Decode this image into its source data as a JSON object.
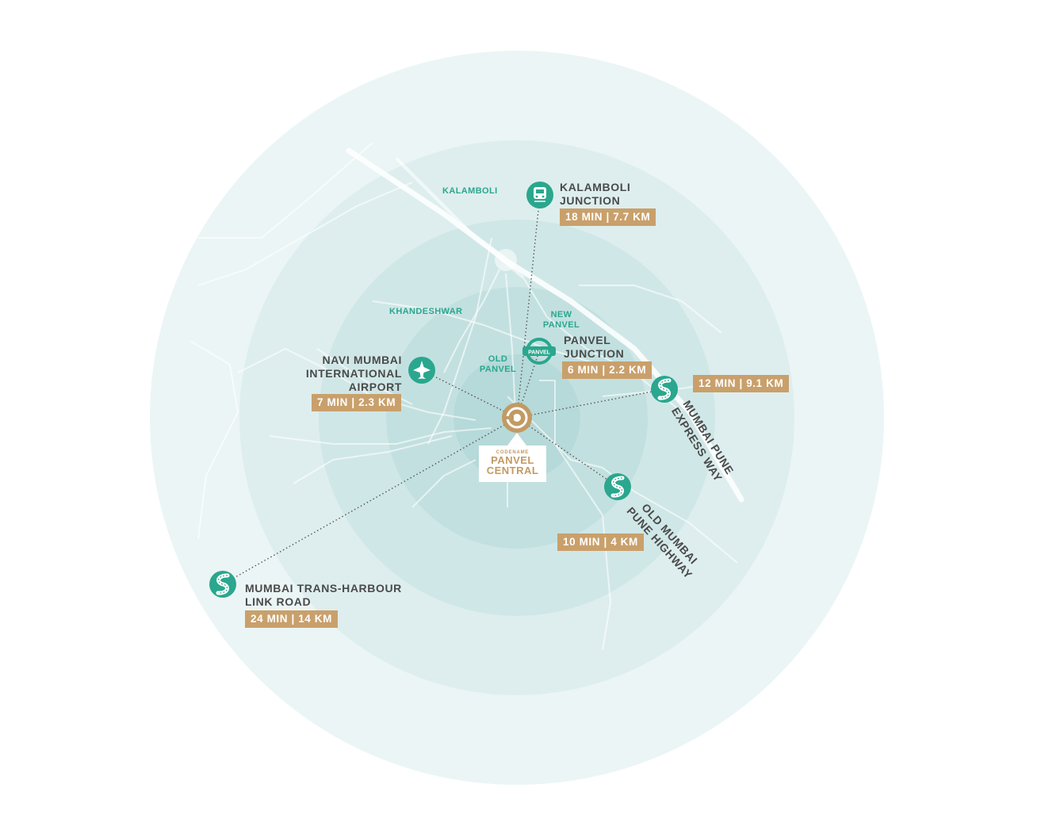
{
  "colors": {
    "ring_outer": "#ebf5f5",
    "ring_2": "#deeeee",
    "ring_3": "#d0e7e7",
    "ring_4": "#c3e0e0",
    "ring_inner": "#b6d9d9",
    "road": "#ffffff",
    "accent_green": "#2aa78e",
    "badge_tan": "#c9a06b",
    "label_dark": "#4a4a4a",
    "dotted_line": "#555555"
  },
  "project": {
    "codename_label": "CODENAME",
    "name_line1": "PANVEL",
    "name_line2": "CENTRAL",
    "icon": "target-logo-icon"
  },
  "areas": {
    "kalamboli": "KALAMBOLI",
    "khandeshwar": "KHANDESHWAR",
    "new_panvel_1": "NEW",
    "new_panvel_2": "PANVEL",
    "old_panvel_1": "OLD",
    "old_panvel_2": "PANVEL"
  },
  "destinations": {
    "kalamboli_junction": {
      "name_line1": "KALAMBOLI",
      "name_line2": "JUNCTION",
      "distance": "18 MIN | 7.7 KM",
      "icon": "train-icon"
    },
    "panvel_junction": {
      "name_line1": "PANVEL",
      "name_line2": "JUNCTION",
      "distance": "6 MIN | 2.2 KM",
      "icon": "station-roundel-icon",
      "roundel_text": "PANVEL"
    },
    "airport": {
      "name_line1": "NAVI MUMBAI",
      "name_line2": "INTERNATIONAL",
      "name_line3": "AIRPORT",
      "distance": "7 MIN | 2.3 KM",
      "icon": "airplane-icon"
    },
    "expressway": {
      "name_line1": "MUMBAI PUNE",
      "name_line2": "EXPRESS WAY",
      "distance": "12 MIN | 9.1 KM",
      "icon": "road-icon"
    },
    "old_highway": {
      "name_line1": "OLD MUMBAI",
      "name_line2": "PUNE HIGHWAY",
      "distance": "10 MIN | 4 KM",
      "icon": "road-icon"
    },
    "trans_harbour": {
      "name_line1": "MUMBAI TRANS-HARBOUR",
      "name_line2": "LINK ROAD",
      "distance": "24 MIN | 14 KM",
      "icon": "road-icon"
    }
  }
}
